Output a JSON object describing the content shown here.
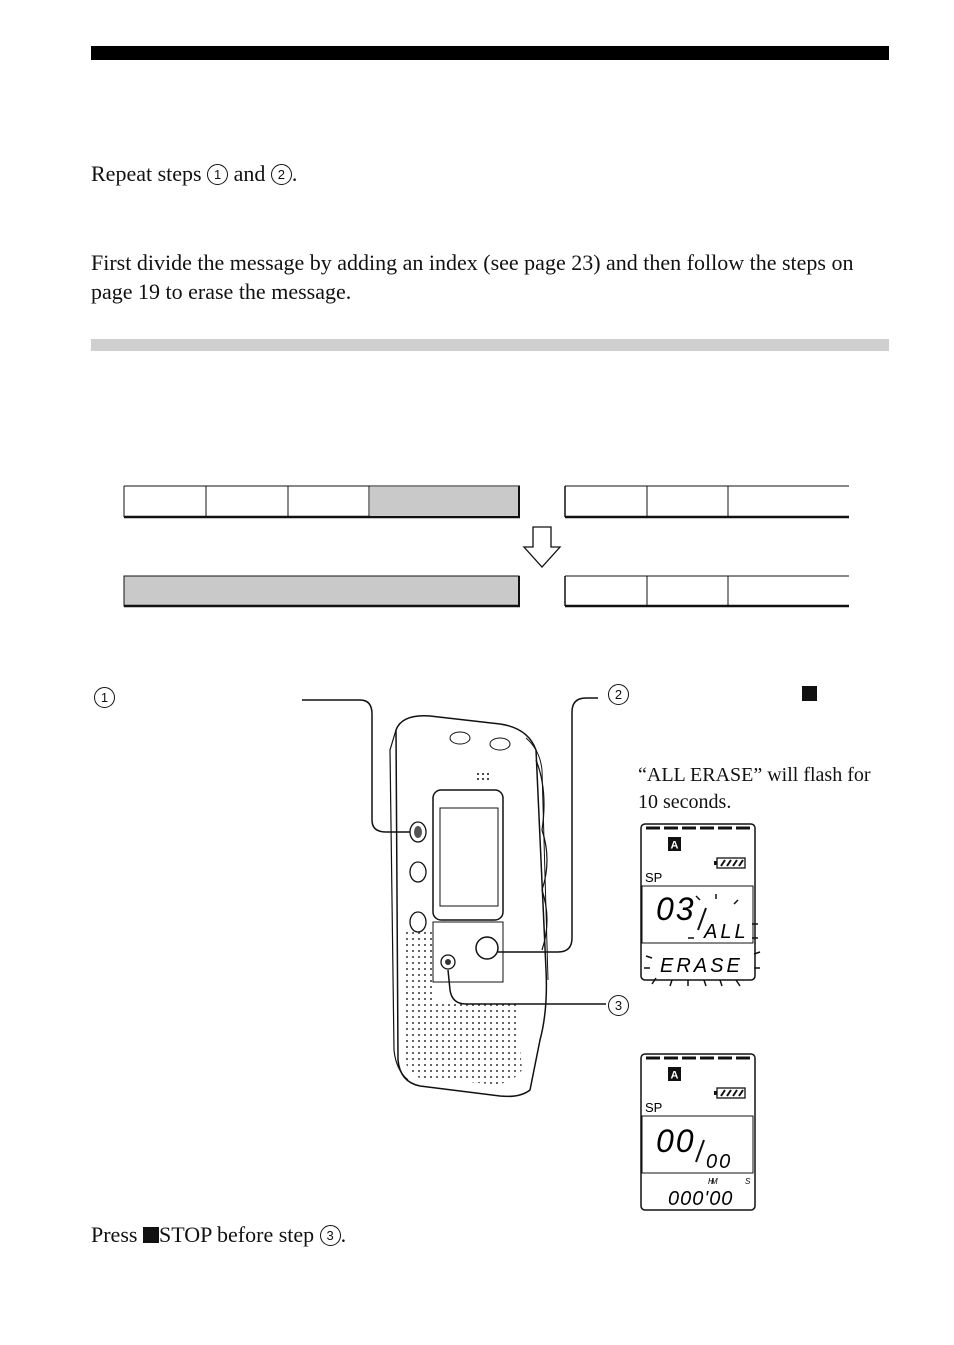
{
  "steps_repeat": {
    "before": "Repeat steps",
    "step_a": "1",
    "and": "and",
    "step_b": "2",
    "after": "."
  },
  "divide_note": "First divide the message by adding an index (see page 23) and then follow the steps on page 19 to erase the message.",
  "callouts": {
    "one": "1",
    "two": "2",
    "three": "3"
  },
  "stop_icon": "stop-square-icon",
  "flash_note": "“ALL ERASE” will flash for 10 seconds.",
  "lcd_top": {
    "folder": "A",
    "mode": "SP",
    "number": "03",
    "word1": "ALL",
    "word2": "ERASE"
  },
  "lcd_bottom": {
    "folder": "A",
    "mode": "SP",
    "number": "00",
    "total": "00",
    "unit_h": "H",
    "unit_m": "M",
    "unit_s": "S",
    "time": "000'00"
  },
  "stop_instruction": {
    "before": "Press ",
    "stop_label": "STOP before step",
    "step": "3",
    "after": "."
  },
  "colors": {
    "rule": "#000000",
    "section_bar": "#cfcfcf",
    "shaded_segment": "#c9c9c9"
  }
}
